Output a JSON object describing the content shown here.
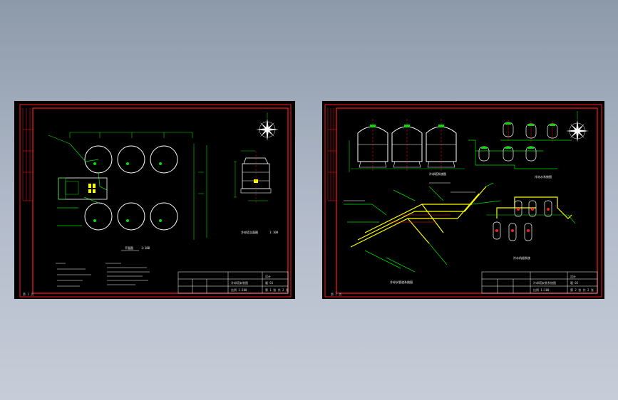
{
  "sheets": [
    {
      "id": "sheet-1",
      "page_label": "第 1 页",
      "plan_caption": "平面图",
      "plan_scale": "1:100",
      "elevation_caption": "冷却塔立面图",
      "elevation_scale": "1:100",
      "title_block": {
        "project": "冷却塔安装图",
        "drawing_no": "暖-01",
        "company": "设计",
        "sheet_info": "第 1 张 共 2 张",
        "scale": "比例 1:100"
      }
    },
    {
      "id": "sheet-2",
      "page_label": "第 2 页",
      "top_caption": "冷却塔系统图",
      "right_caption": "冷冻水系统图",
      "pipe_caption": "冷却水管道系统图",
      "tank_caption": "冷水机组系统",
      "title_block": {
        "project": "冷却塔安装系统图",
        "drawing_no": "暖-02",
        "company": "设计",
        "sheet_info": "第 2 张 共 2 张",
        "scale": "比例 1:100"
      }
    }
  ],
  "colors": {
    "background_top": "#8d9aaa",
    "background_bottom": "#c7cdd8",
    "sheet": "#000000",
    "frame": "#ff1a1a",
    "cad_green": "#00e000",
    "cad_yellow": "#ffff00",
    "cad_white": "#ffffff",
    "cad_magenta": "#ff33ff"
  }
}
